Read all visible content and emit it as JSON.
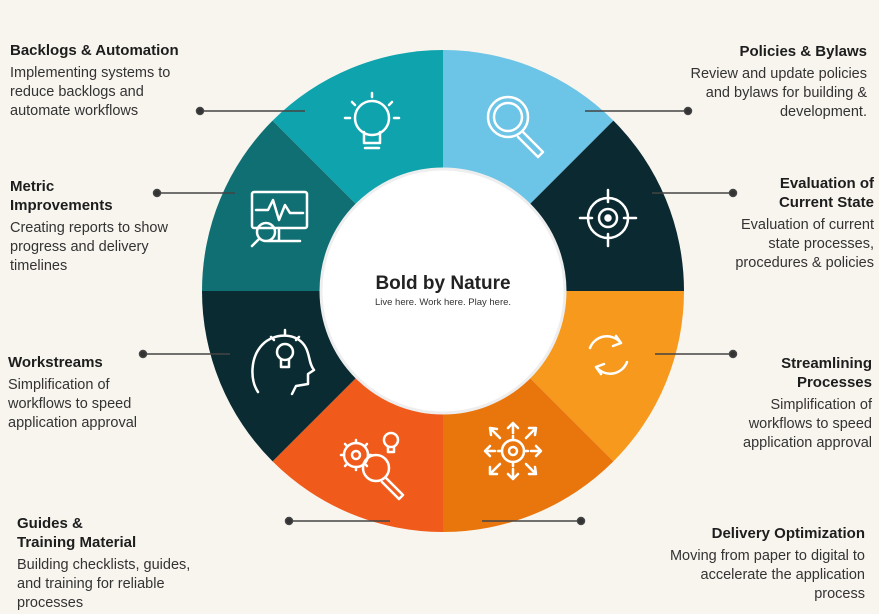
{
  "center": {
    "title": "Bold by Nature",
    "subtitle": "Live here. Work here. Play here."
  },
  "segments": [
    {
      "id": "policies",
      "color": "#6cc4e6",
      "icon": "magnifier-icon"
    },
    {
      "id": "evaluation",
      "color": "#0b2930",
      "icon": "target-icon"
    },
    {
      "id": "streamlining",
      "color": "#f7991c",
      "icon": "refresh-cycle-icon"
    },
    {
      "id": "delivery",
      "color": "#e9760c",
      "icon": "gear-network-icon"
    },
    {
      "id": "guides",
      "color": "#f05a1a",
      "icon": "gear-search-idea-icon"
    },
    {
      "id": "workstreams",
      "color": "#0a2b31",
      "icon": "head-lightbulb-icon"
    },
    {
      "id": "metrics",
      "color": "#0f6f73",
      "icon": "monitor-analytics-icon"
    },
    {
      "id": "backlogs",
      "color": "#0fa3ad",
      "icon": "lightbulb-icon"
    }
  ],
  "items": {
    "backlogs": {
      "title": "Backlogs & Automation",
      "desc": "Implementing systems to\nreduce backlogs and\nautomate workflows"
    },
    "metrics": {
      "title": "Metric\nImprovements",
      "desc": "Creating reports to show\nprogress and delivery\ntimelines"
    },
    "workstreams": {
      "title": "Workstreams",
      "desc": "Simplification of\nworkflows to speed\napplication approval"
    },
    "guides": {
      "title": "Guides &\nTraining Material",
      "desc": "Building checklists, guides,\nand training for reliable\nprocesses"
    },
    "policies": {
      "title": "Policies & Bylaws",
      "desc": "Review and update policies\nand bylaws for building &\ndevelopment."
    },
    "evaluation": {
      "title": "Evaluation of\nCurrent State",
      "desc": "Evaluation of current\nstate processes,\nprocedures & policies"
    },
    "streamlining": {
      "title": "Streamlining\nProcesses",
      "desc": "Simplification of\nworkflows to speed\napplication approval"
    },
    "delivery": {
      "title": "Delivery Optimization",
      "desc": "Moving from paper to digital to\naccelerate the application\nprocess"
    }
  }
}
